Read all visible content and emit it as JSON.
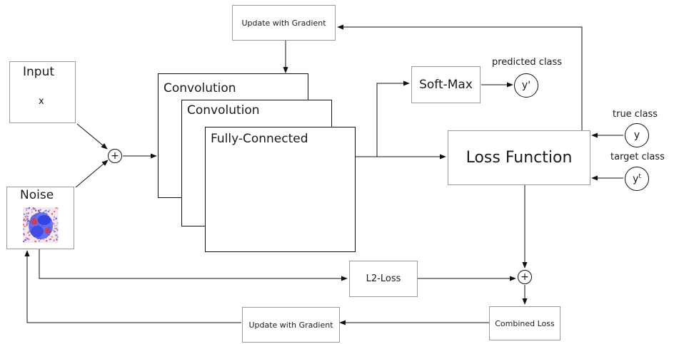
{
  "boxes": {
    "update_top": "Update with Gradient",
    "input_title": "Input",
    "input_var": "x",
    "noise": "Noise",
    "conv1": "Convolution",
    "conv2": "Convolution",
    "fc": "Fully-Connected",
    "softmax": "Soft-Max",
    "loss": "Loss Function",
    "l2": "L2-Loss",
    "combined": "Combined Loss",
    "update_bottom": "Update with Gradient"
  },
  "labels": {
    "predicted_class": "predicted class",
    "true_class": "true class",
    "target_class": "target class"
  },
  "nodes": {
    "pred_symbol": "y'",
    "true_symbol": "y",
    "target_base": "y",
    "target_sup": "t",
    "sum_symbol": "+"
  },
  "noise_colors": [
    "#e8333a",
    "#3a4fe6",
    "#8a8ef0"
  ]
}
